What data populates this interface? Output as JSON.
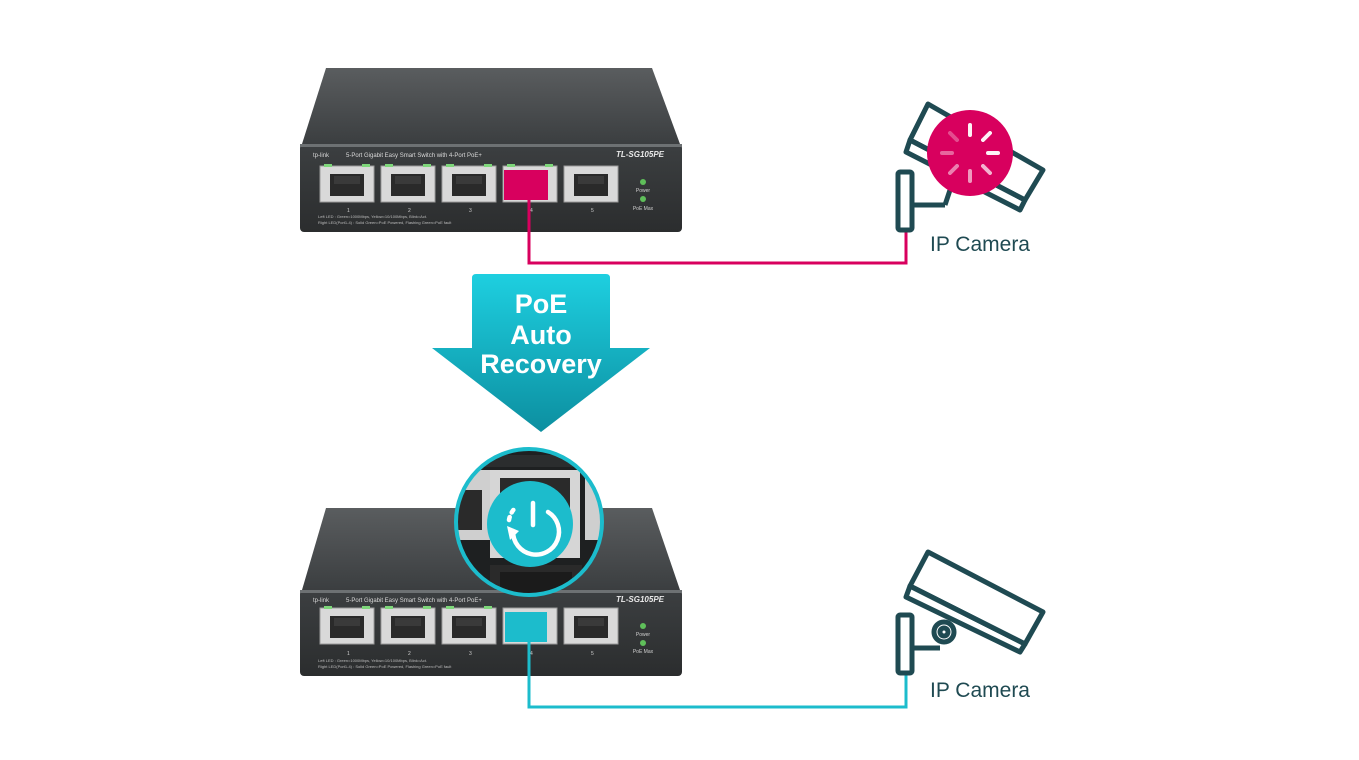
{
  "top_switch": {
    "brand": "tp-link",
    "description": "5-Port Gigabit Easy Smart Switch with 4-Port PoE+",
    "model": "TL-SG105PE",
    "led_power_label": "Power",
    "led_poe_label": "PoE Max",
    "port_numbers": [
      "1",
      "2",
      "3",
      "4",
      "5"
    ],
    "legend_line1": "Left LED : Green=1000Mbps, Yellow=10/100Mbps, Blink=Act.",
    "legend_line2": "Right LED(Port1-4) : Solid Green=PoE Powered, Flashing Green=PoE fault"
  },
  "bottom_switch": {
    "brand": "tp-link",
    "description": "5-Port Gigabit Easy Smart Switch with 4-Port PoE+",
    "model": "TL-SG105PE",
    "led_power_label": "Power",
    "led_poe_label": "PoE Max",
    "port_numbers": [
      "1",
      "2",
      "3",
      "4",
      "5"
    ],
    "legend_line1": "Left LED : Green=1000Mbps, Yellow=10/100Mbps, Blink=Act.",
    "legend_line2": "Right LED(Port1-4) : Solid Green=PoE Powered, Flashing Green=PoE fault"
  },
  "arrow": {
    "line1": "PoE",
    "line2": "Auto",
    "line3": "Recovery"
  },
  "camera_top": {
    "label": "IP Camera",
    "status_icon": "loading-spinner-icon"
  },
  "camera_bottom": {
    "label": "IP Camera"
  },
  "zoom_inset": {
    "icon": "power-restart-icon"
  },
  "colors": {
    "fault_magenta": "#d8005e",
    "recovered_teal": "#1cbccc",
    "arrow_teal_top": "#1ecfe0",
    "arrow_teal_bottom": "#0c8fa0",
    "camera_outline": "#1f4a52",
    "switch_body": "#3a3d3e"
  }
}
